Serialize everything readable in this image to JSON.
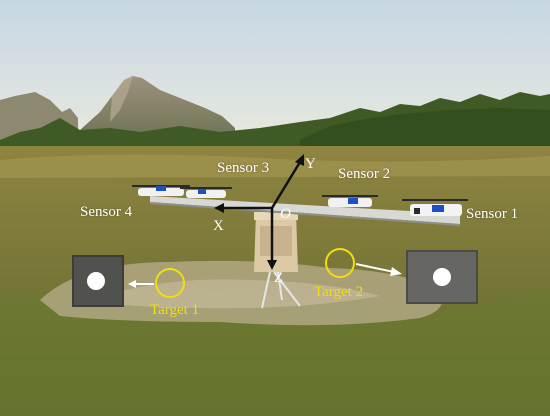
{
  "sensors": {
    "sensor_1": "Sensor 1",
    "sensor_2": "Sensor 2",
    "sensor_3": "Sensor 3",
    "sensor_4": "Sensor 4"
  },
  "targets": {
    "target_1": "Target 1",
    "target_2": "Target 2"
  },
  "axes": {
    "x": "X",
    "y": "Y",
    "z": "Z",
    "origin": "O"
  },
  "colors": {
    "label_text": "#ffffff",
    "target_marker": "#f2dd12",
    "axis_arrow": "#111111"
  }
}
